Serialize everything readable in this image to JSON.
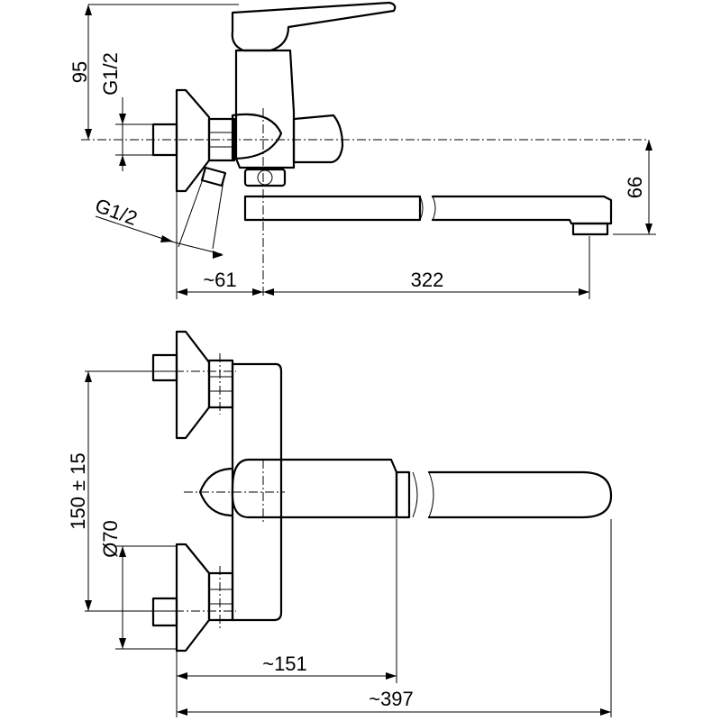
{
  "drawing": {
    "side_view": {
      "height_label": "95",
      "inlet_thread_label": "G1/2",
      "angled_thread_label": "G1/2",
      "offset_label": "~61",
      "spout_length_label": "322",
      "spout_height_label": "66"
    },
    "top_view": {
      "centers_label": "150 ± 15",
      "flange_diameter_label": "Ø70",
      "body_depth_label": "~151",
      "overall_length_label": "~397"
    }
  }
}
